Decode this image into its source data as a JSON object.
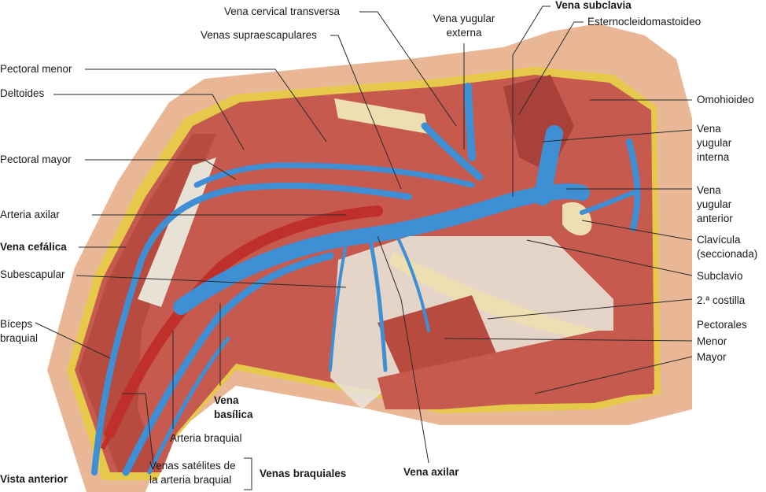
{
  "labels": {
    "vena_cervical_transversa": "Vena cervical transversa",
    "vena_yugular_externa": "Vena yugular\nexterna",
    "vena_subclavia": "Vena subclavia",
    "esternocleidomastoideo": "Esternocleidomastoideo",
    "venas_supraescapulares": "Venas supraescapulares",
    "pectoral_menor": "Pectoral menor",
    "deltoides": "Deltoides",
    "pectoral_mayor": "Pectoral mayor",
    "arteria_axilar": "Arteria axilar",
    "vena_cefalica": "Vena cefálica",
    "subescapular": "Subescapular",
    "biceps_braquial": "Bíceps\nbraquial",
    "omohioideo": "Omohioideo",
    "vena_yugular_interna": "Vena\nyugular\ninterna",
    "vena_yugular_anterior": "Vena\nyugular\nanterior",
    "clavicula": "Clavícula\n(seccionada)",
    "subclavio": "Subclavio",
    "segunda_costilla": "2.ª costilla",
    "pectorales": "Pectorales",
    "menor": "Menor",
    "mayor": "Mayor",
    "vena_basilica": "Vena\nbasílica",
    "arteria_braquial": "Arteria braquial",
    "venas_satelites": "Venas satélites de\nla arteria braquial",
    "venas_braquiales": "Venas braquiales",
    "vena_axilar": "Vena axilar",
    "vista_anterior": "Vista anterior"
  },
  "colors": {
    "vein": "#3f8fd4",
    "vein_dark": "#1f5fa0",
    "artery": "#c0302a",
    "muscle": "#c65a4e",
    "muscle_dark": "#9a3a32",
    "skin": "#e9b796",
    "fascia": "#e8e1d6",
    "bone": "#eedfb2",
    "fat_border": "#e6c94a"
  }
}
